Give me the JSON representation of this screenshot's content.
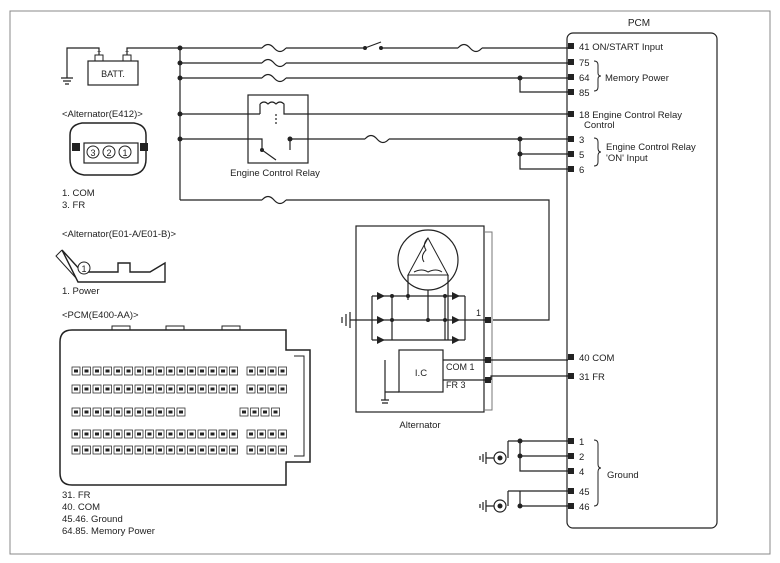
{
  "pcm": {
    "title": "PCM",
    "pins": [
      {
        "id": "pin-41",
        "label": "41 ON/START Input"
      },
      {
        "id": "pin-75",
        "label": "75"
      },
      {
        "id": "pin-64",
        "label": "64"
      },
      {
        "id": "pin-85",
        "label": "85"
      },
      {
        "id": "pin-18",
        "label": "18 Engine Control Relay"
      },
      {
        "id": "pin-3",
        "label": "3"
      },
      {
        "id": "pin-5",
        "label": "5"
      },
      {
        "id": "pin-6",
        "label": "6"
      },
      {
        "id": "pin-40",
        "label": "40 COM"
      },
      {
        "id": "pin-31",
        "label": "31 FR"
      },
      {
        "id": "pin-1",
        "label": "1"
      },
      {
        "id": "pin-2",
        "label": "2"
      },
      {
        "id": "pin-4",
        "label": "4"
      },
      {
        "id": "pin-45",
        "label": "45"
      },
      {
        "id": "pin-46",
        "label": "46"
      }
    ],
    "pin18_line2": "Control",
    "memory_power": "Memory Power",
    "ecr_on_line1": "Engine Control Relay",
    "ecr_on_line2": "'ON' Input",
    "ground": "Ground"
  },
  "battery": {
    "label": "BATT."
  },
  "relay": {
    "label": "Engine Control Relay"
  },
  "alternator": {
    "label": "Alternator",
    "ic": "I.C",
    "com_term": "COM 1",
    "fr_term": "FR 3",
    "b_term": "1"
  },
  "connectors": {
    "e412": {
      "title": "<Alternator(E412)>",
      "pins": [
        "3",
        "2",
        "1"
      ],
      "legend": [
        "1. COM",
        "3. FR"
      ]
    },
    "e01": {
      "title": "<Alternator(E01-A/E01-B)>",
      "pin": "1",
      "legend": [
        "1. Power"
      ]
    },
    "e400": {
      "title": "<PCM(E400-AA)>",
      "legend": [
        "31. FR",
        "40. COM",
        "45.46. Ground",
        "64.85. Memory Power"
      ]
    }
  }
}
